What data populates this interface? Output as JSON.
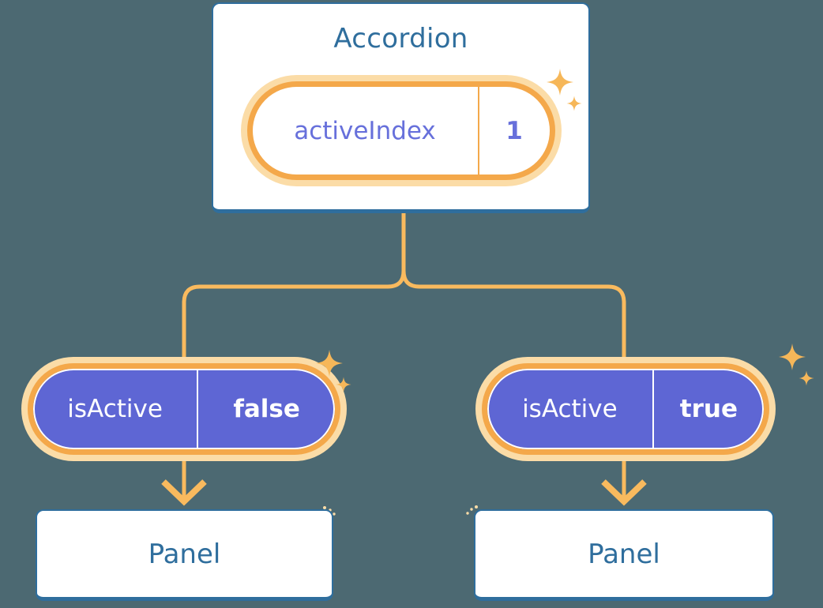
{
  "colors": {
    "background": "#4C6972",
    "card_bg": "#FFFFFF",
    "blue": "#2F6E9D",
    "orange_line": "#F9BA5E",
    "orange_ring": "#F4A84A",
    "orange_glow": "#FBDCA7",
    "purple": "#5E66D4",
    "indigo": "#6770DB",
    "sparkle": "#F6B759"
  },
  "icons": {
    "sparkle": "four-point-star",
    "arrow": "down-arrow"
  },
  "diagram": {
    "root": {
      "title": "Accordion",
      "state": {
        "name": "activeIndex",
        "value": "1"
      }
    },
    "branches": [
      {
        "prop_name": "isActive",
        "prop_value": "false",
        "child_title": "Panel"
      },
      {
        "prop_name": "isActive",
        "prop_value": "true",
        "child_title": "Panel"
      }
    ]
  }
}
